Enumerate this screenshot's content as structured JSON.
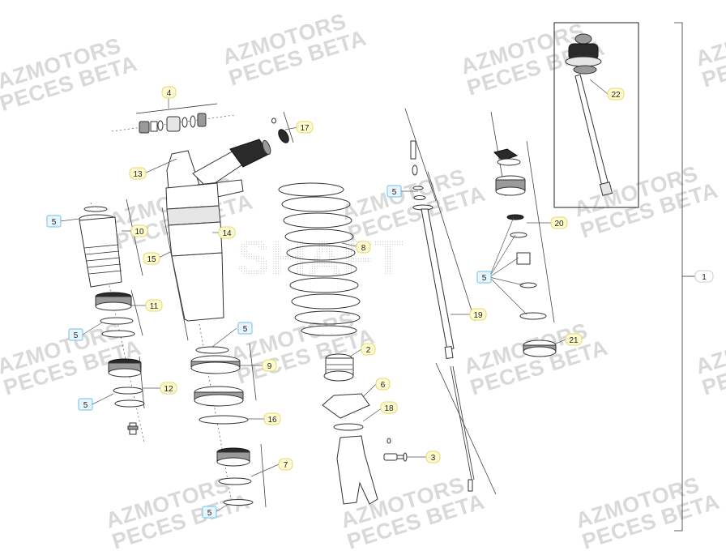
{
  "watermark": {
    "line1": "AZMOTORS",
    "line2": "PECES BETA"
  },
  "logo_text": "SHAFT",
  "callouts": [
    {
      "id": "c4",
      "label": "4",
      "style": "yellow"
    },
    {
      "id": "c17",
      "label": "17",
      "style": "yellow"
    },
    {
      "id": "c13",
      "label": "13",
      "style": "yellow"
    },
    {
      "id": "c5a",
      "label": "5",
      "style": "blue"
    },
    {
      "id": "c10",
      "label": "10",
      "style": "yellow"
    },
    {
      "id": "c14",
      "label": "14",
      "style": "yellow"
    },
    {
      "id": "c15",
      "label": "15",
      "style": "yellow"
    },
    {
      "id": "c8",
      "label": "8",
      "style": "yellow"
    },
    {
      "id": "c5b",
      "label": "5",
      "style": "blue"
    },
    {
      "id": "c22",
      "label": "22",
      "style": "yellow"
    },
    {
      "id": "c20",
      "label": "20",
      "style": "yellow"
    },
    {
      "id": "c5c",
      "label": "5",
      "style": "blue"
    },
    {
      "id": "c1",
      "label": "1",
      "style": "plain"
    },
    {
      "id": "c11",
      "label": "11",
      "style": "yellow"
    },
    {
      "id": "c5d",
      "label": "5",
      "style": "blue"
    },
    {
      "id": "c5e",
      "label": "5",
      "style": "blue"
    },
    {
      "id": "c19",
      "label": "19",
      "style": "yellow"
    },
    {
      "id": "c21",
      "label": "21",
      "style": "yellow"
    },
    {
      "id": "c2",
      "label": "2",
      "style": "yellow"
    },
    {
      "id": "c9",
      "label": "9",
      "style": "yellow"
    },
    {
      "id": "c12",
      "label": "12",
      "style": "yellow"
    },
    {
      "id": "c5f",
      "label": "5",
      "style": "blue"
    },
    {
      "id": "c6",
      "label": "6",
      "style": "yellow"
    },
    {
      "id": "c18",
      "label": "18",
      "style": "yellow"
    },
    {
      "id": "c16",
      "label": "16",
      "style": "yellow"
    },
    {
      "id": "c3",
      "label": "3",
      "style": "yellow"
    },
    {
      "id": "c7",
      "label": "7",
      "style": "yellow"
    },
    {
      "id": "c5g",
      "label": "5",
      "style": "blue"
    }
  ],
  "colors": {
    "yellow_box": "#fffbd0",
    "yellow_border": "#e6d86a",
    "blue_box": "#eaf6ff",
    "blue_border": "#6cc3ea",
    "watermark": "#d9d9d9"
  }
}
